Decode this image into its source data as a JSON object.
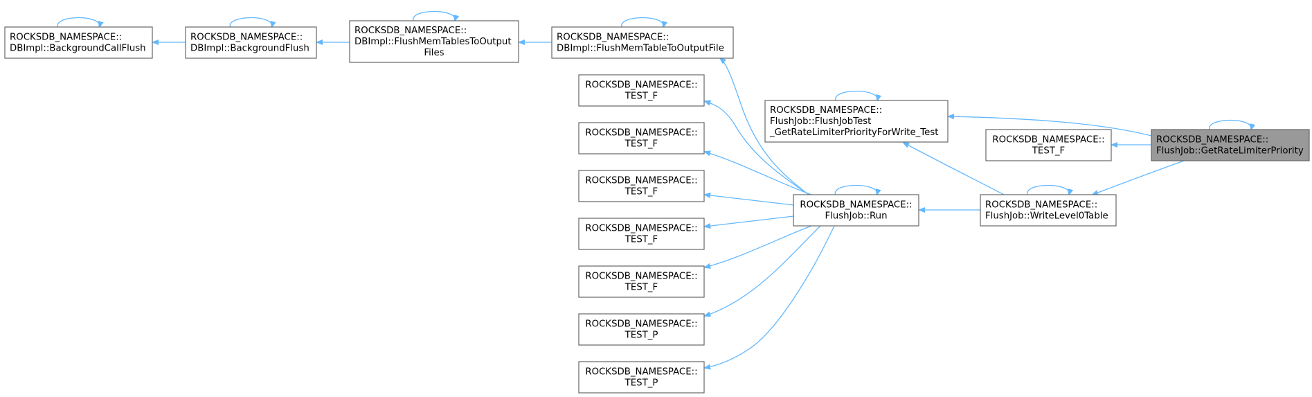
{
  "diagram": {
    "title": "",
    "nodes": [
      {
        "id": "bgcallflush",
        "lines": [
          "ROCKSDB_NAMESPACE::",
          "DBImpl::BackgroundCallFlush"
        ],
        "align": "left"
      },
      {
        "id": "bgflush",
        "lines": [
          "ROCKSDB_NAMESPACE::",
          "DBImpl::BackgroundFlush"
        ],
        "align": "left"
      },
      {
        "id": "flushtables",
        "lines": [
          "ROCKSDB_NAMESPACE::",
          "DBImpl::FlushMemTablesToOutput",
          "Files"
        ],
        "align": "mixed"
      },
      {
        "id": "flushtable",
        "lines": [
          "ROCKSDB_NAMESPACE::",
          "DBImpl::FlushMemTableToOutputFile"
        ],
        "align": "left"
      },
      {
        "id": "testf1",
        "lines": [
          "ROCKSDB_NAMESPACE::",
          "TEST_F"
        ],
        "align": "center"
      },
      {
        "id": "testf2",
        "lines": [
          "ROCKSDB_NAMESPACE::",
          "TEST_F"
        ],
        "align": "center"
      },
      {
        "id": "testf3",
        "lines": [
          "ROCKSDB_NAMESPACE::",
          "TEST_F"
        ],
        "align": "center"
      },
      {
        "id": "testf4",
        "lines": [
          "ROCKSDB_NAMESPACE::",
          "TEST_F"
        ],
        "align": "center"
      },
      {
        "id": "testf5",
        "lines": [
          "ROCKSDB_NAMESPACE::",
          "TEST_F"
        ],
        "align": "center"
      },
      {
        "id": "testp1",
        "lines": [
          "ROCKSDB_NAMESPACE::",
          "TEST_P"
        ],
        "align": "center"
      },
      {
        "id": "testp2",
        "lines": [
          "ROCKSDB_NAMESPACE::",
          "TEST_P"
        ],
        "align": "center"
      },
      {
        "id": "flushjobtest",
        "lines": [
          "ROCKSDB_NAMESPACE::",
          "FlushJob::FlushJobTest",
          "_GetRateLimiterPriorityForWrite_Test"
        ],
        "align": "left"
      },
      {
        "id": "run",
        "lines": [
          "ROCKSDB_NAMESPACE::",
          "FlushJob::Run"
        ],
        "align": "center"
      },
      {
        "id": "testf6",
        "lines": [
          "ROCKSDB_NAMESPACE::",
          "TEST_F"
        ],
        "align": "center"
      },
      {
        "id": "writel0",
        "lines": [
          "ROCKSDB_NAMESPACE::",
          "FlushJob::WriteLevel0Table"
        ],
        "align": "left"
      },
      {
        "id": "getrate",
        "lines": [
          "ROCKSDB_NAMESPACE::",
          "FlushJob::GetRateLimiterPriority"
        ],
        "align": "left",
        "focus": true
      }
    ],
    "edges": [
      {
        "from": "bgflush",
        "to": "bgcallflush"
      },
      {
        "from": "flushtables",
        "to": "bgflush"
      },
      {
        "from": "flushtable",
        "to": "flushtables"
      },
      {
        "from": "run",
        "to": "flushtable"
      },
      {
        "from": "run",
        "to": "testf1"
      },
      {
        "from": "run",
        "to": "testf2"
      },
      {
        "from": "run",
        "to": "testf3"
      },
      {
        "from": "run",
        "to": "testf4"
      },
      {
        "from": "run",
        "to": "testf5"
      },
      {
        "from": "run",
        "to": "testp1"
      },
      {
        "from": "run",
        "to": "testp2"
      },
      {
        "from": "writel0",
        "to": "run"
      },
      {
        "from": "writel0",
        "to": "flushjobtest"
      },
      {
        "from": "getrate",
        "to": "flushjobtest"
      },
      {
        "from": "getrate",
        "to": "testf6"
      },
      {
        "from": "getrate",
        "to": "writel0"
      },
      {
        "from": "bgcallflush",
        "to": "bgcallflush"
      },
      {
        "from": "bgflush",
        "to": "bgflush"
      },
      {
        "from": "flushtables",
        "to": "flushtables"
      },
      {
        "from": "flushtable",
        "to": "flushtable"
      },
      {
        "from": "flushjobtest",
        "to": "flushjobtest"
      },
      {
        "from": "run",
        "to": "run"
      },
      {
        "from": "writel0",
        "to": "writel0"
      },
      {
        "from": "getrate",
        "to": "getrate"
      }
    ],
    "colors": {
      "edge": "#63b8ff",
      "node_border": "#666666",
      "node_fill": "#ffffff",
      "focus_fill": "#999999"
    }
  }
}
